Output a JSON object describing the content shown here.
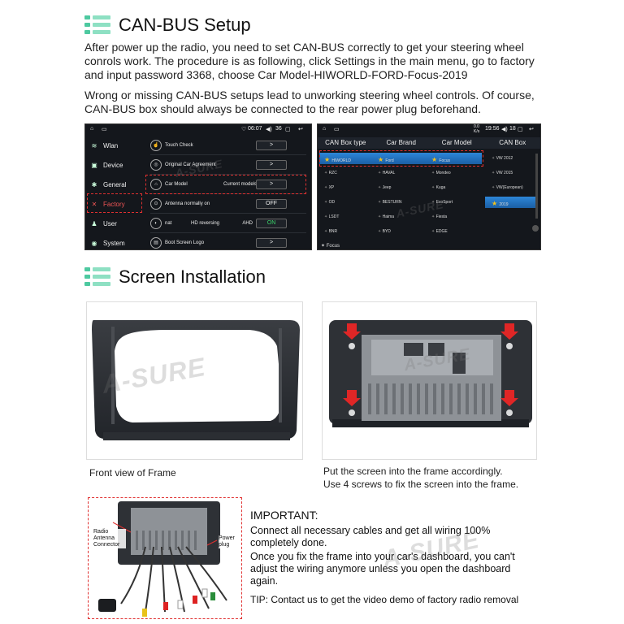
{
  "canbus": {
    "title": "CAN-BUS Setup",
    "para1": "After power up the radio, you need to set CAN-BUS correctly to get your steering wheel conrols work. The procedure is as following, click Settings in the main menu, go to factory and input password 3368, choose Car Model-HIWORLD-FORD-Focus-2019",
    "para2": "Wrong or missing CAN-BUS setups lead to unworking steering wheel controls. Of course, CAN-BUS box should always be connected to the rear power plug beforehand."
  },
  "screen1": {
    "time": "06:07",
    "volume": "36",
    "sidebar": [
      {
        "label": "Wlan",
        "icon": "wifi-icon"
      },
      {
        "label": "Device",
        "icon": "device-icon"
      },
      {
        "label": "General",
        "icon": "gear-icon"
      },
      {
        "label": "Factory",
        "icon": "factory-icon"
      },
      {
        "label": "User",
        "icon": "user-icon"
      },
      {
        "label": "System",
        "icon": "system-icon"
      }
    ],
    "rows": {
      "touch": {
        "label": "Touch Check",
        "btn": ">"
      },
      "agreement": {
        "label": "Original Car Agreement",
        "btn": ">"
      },
      "model": {
        "label": "Car Model",
        "value": "Current models:LO",
        "btn": ">"
      },
      "antenna": {
        "label": "Antenna normally on",
        "btn": "OFF"
      },
      "nat": {
        "label": "nat",
        "mid": "HD reversing",
        "mid2": "AHD",
        "btn": "ON"
      },
      "boot": {
        "label": "Boot Screen Logo",
        "btn": ">"
      }
    }
  },
  "screen2": {
    "speed": "0.0",
    "speed_unit": "K/s",
    "time": "19:56",
    "volume": "18",
    "headers": [
      "CAN Box type",
      "Car Brand",
      "Car Model",
      "CAN Box"
    ],
    "col1": [
      "HIWORLD",
      "RZC",
      "XP",
      "OD",
      "LSDT",
      "BNR"
    ],
    "col2": [
      "Ford",
      "HAVAL",
      "Jeep",
      "BESTURN",
      "Haima",
      "BYD"
    ],
    "col3": [
      "Focus",
      "Mondeo",
      "Kuga",
      "EcoSport",
      "Fiesta",
      "EDGE"
    ],
    "col4": [
      "VW 2012",
      "VW 2015",
      "VW(European)",
      "2019"
    ],
    "footer": "Focus"
  },
  "install": {
    "title": "Screen Installation",
    "caption_front": "Front view of Frame",
    "caption_put1": "Put the screen into the frame accordingly.",
    "caption_put2": "Use 4 screws to fix the screen into the frame.",
    "label_antenna": "Radio Antenna Connector",
    "label_power": "Power plug"
  },
  "important": {
    "title": "IMPORTANT:",
    "line1": "Connect all necessary cables and get all wiring 100% completely done.",
    "line2": "Once you fix the frame into your car's dashboard, you can't adjust the wiring anymore unless you open the dashboard again.",
    "tip": "TIP: Contact us to get the video demo of factory radio removal"
  },
  "brand": {
    "watermark": "A-SURE"
  }
}
